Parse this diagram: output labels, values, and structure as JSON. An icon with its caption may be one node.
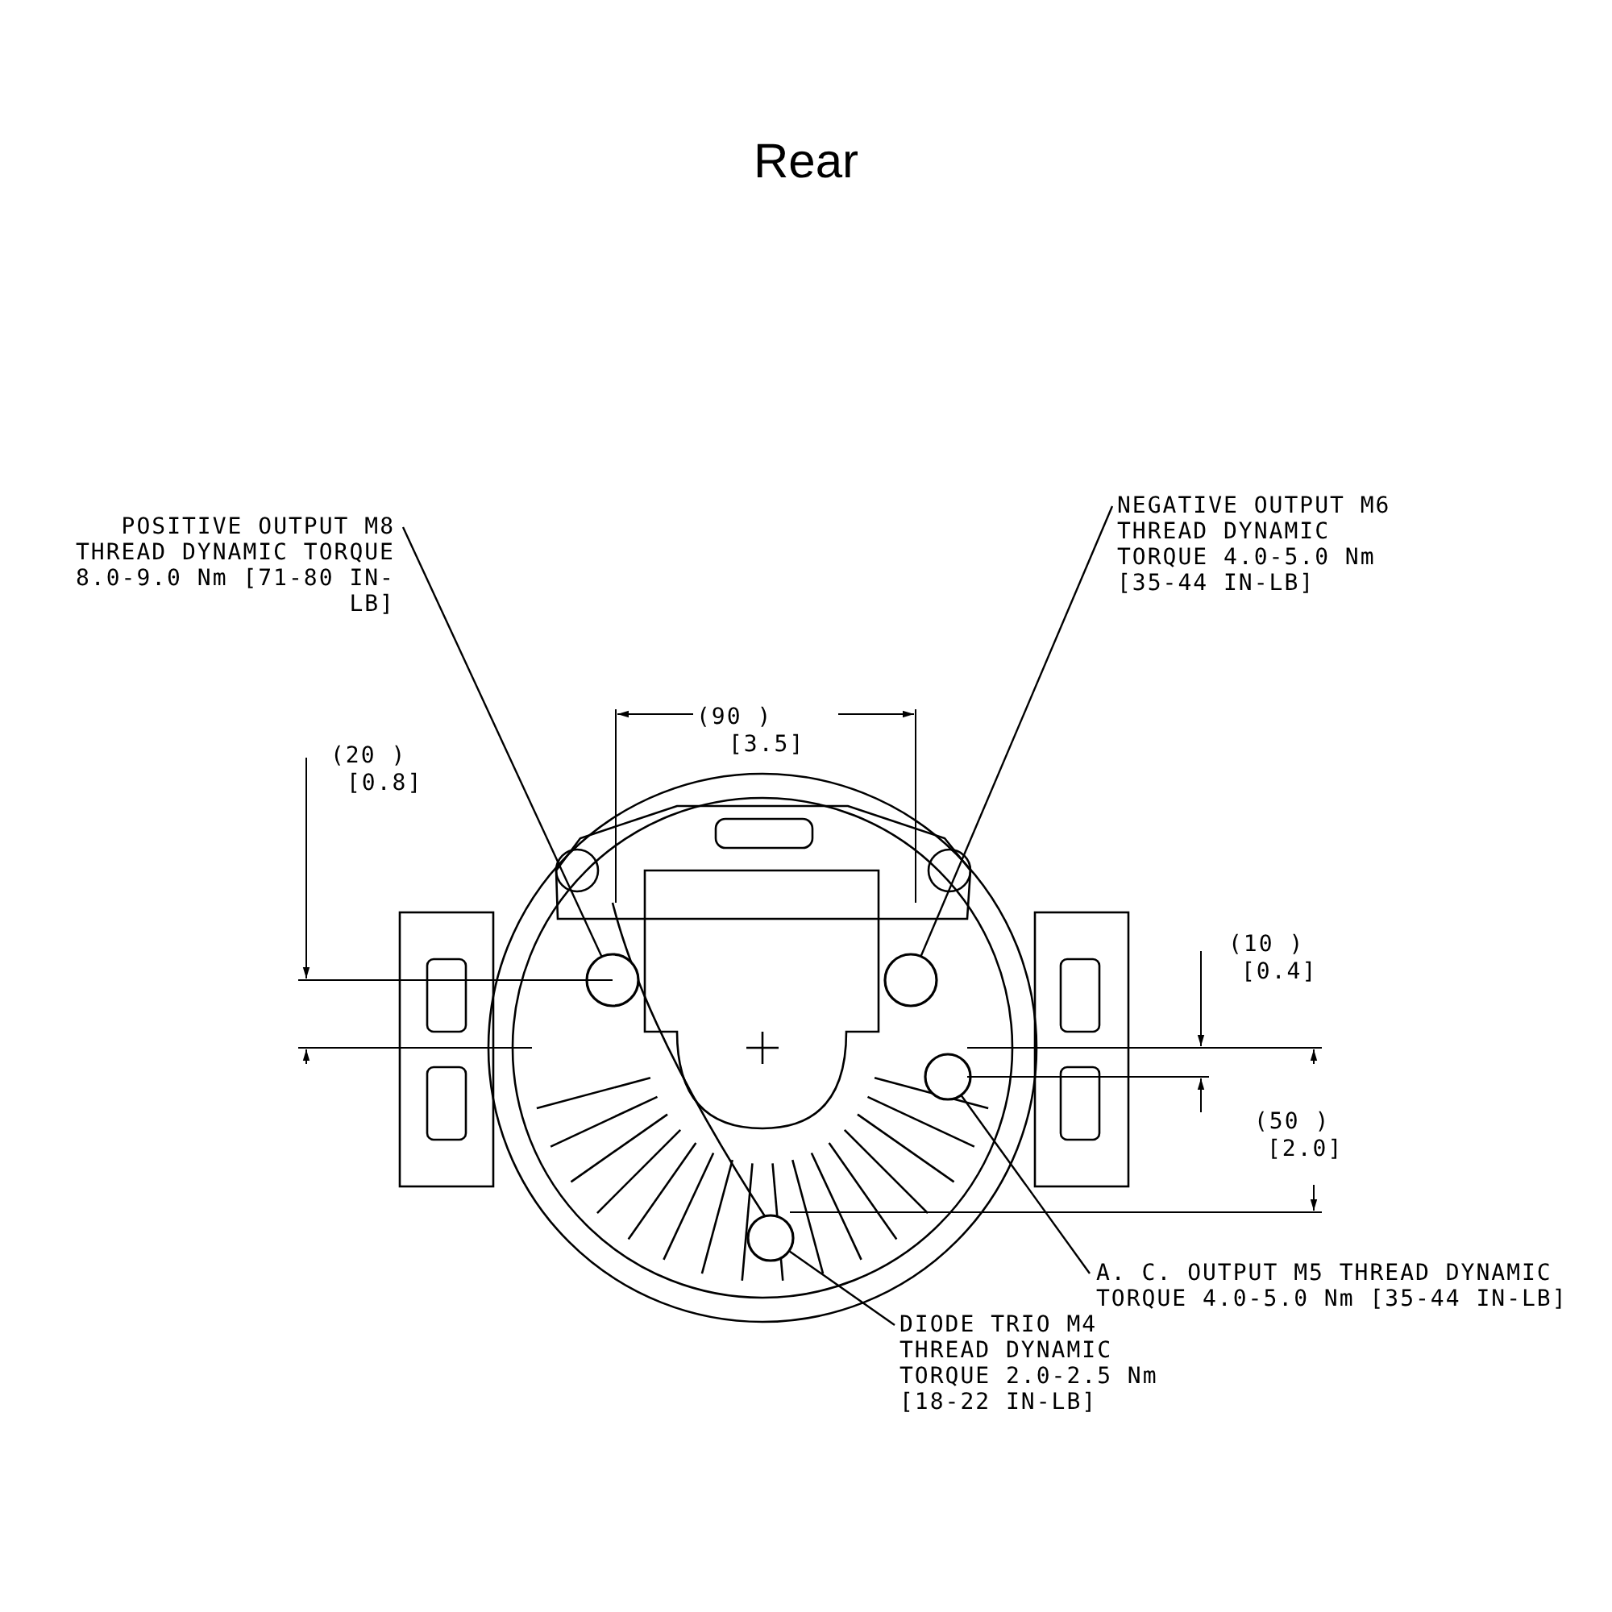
{
  "diagram": {
    "title": "Rear",
    "nodes": [
      {
        "text": [
          "POSITIVE OUTPUT M8 THREAD DYNAMIC TORQUE 8.0-9.0 Nm [71-80 IN-LB]"
        ]
      },
      {
        "text": [
          "NEGATIVE OUTPUT M6 THREAD DYNAMIC TORQUE 4.0-5.0 Nm [35-44 IN-LB]"
        ]
      },
      {
        "text": [
          "A. C. OUTPUT M5 THREAD DYNAMIC TORQUE 4.0-5.0 Nm [35-44 IN-LB]"
        ]
      },
      {
        "text": [
          "DIODE TRIO M4 THREAD DYNAMIC TORQUE 2.0-2.5 Nm [18-22 IN-LB]"
        ]
      },
      {
        "text": [],
        "shape": "circle"
      },
      {
        "text": [],
        "shape": "circle"
      },
      {
        "text": [],
        "shape": "circle"
      },
      {
        "text": [],
        "shape": "circle"
      }
    ],
    "edges": [
      {
        "from": 0,
        "to": 4,
        "arrow": "none"
      },
      {
        "from": 1,
        "to": 5,
        "arrow": "none"
      },
      {
        "from": 2,
        "to": 6,
        "arrow": "none"
      },
      {
        "from": 3,
        "to": 7,
        "arrow": "none"
      }
    ],
    "labels": [
      "(90 )",
      "[3.5]",
      "(20 )",
      "[0.8]",
      "(10 )",
      "[0.4]",
      "(50 )",
      "[2.0]"
    ]
  }
}
